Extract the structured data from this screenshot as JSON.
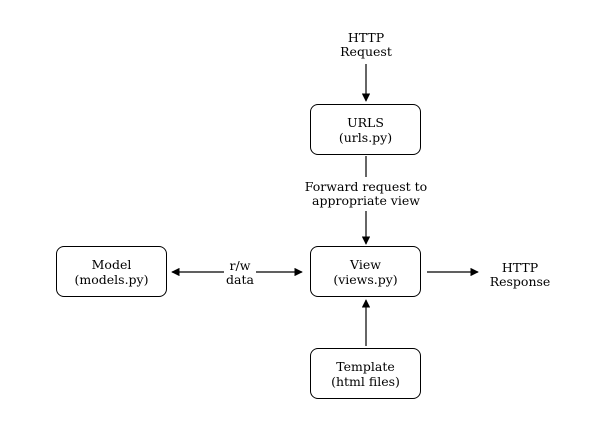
{
  "diagram": {
    "nodes": {
      "urls": {
        "line1": "URLS",
        "line2": "(urls.py)"
      },
      "view": {
        "line1": "View",
        "line2": "(views.py)"
      },
      "model": {
        "line1": "Model",
        "line2": "(models.py)"
      },
      "template": {
        "line1": "Template",
        "line2": "(html files)"
      }
    },
    "labels": {
      "http_request": {
        "line1": "HTTP",
        "line2": "Request"
      },
      "forward": {
        "line1": "Forward request to",
        "line2": "appropriate view"
      },
      "rw_data": {
        "line1": "r/w",
        "line2": "data"
      },
      "http_response": {
        "line1": "HTTP",
        "line2": "Response"
      }
    },
    "edges": [
      {
        "from": "http_request",
        "to": "urls"
      },
      {
        "from": "urls",
        "to": "view",
        "label": "forward"
      },
      {
        "from": "view",
        "to": "model",
        "bidirectional": true,
        "label": "rw_data"
      },
      {
        "from": "template",
        "to": "view"
      },
      {
        "from": "view",
        "to": "http_response"
      }
    ],
    "colors": {
      "stroke": "#000000",
      "background": "#ffffff"
    }
  }
}
